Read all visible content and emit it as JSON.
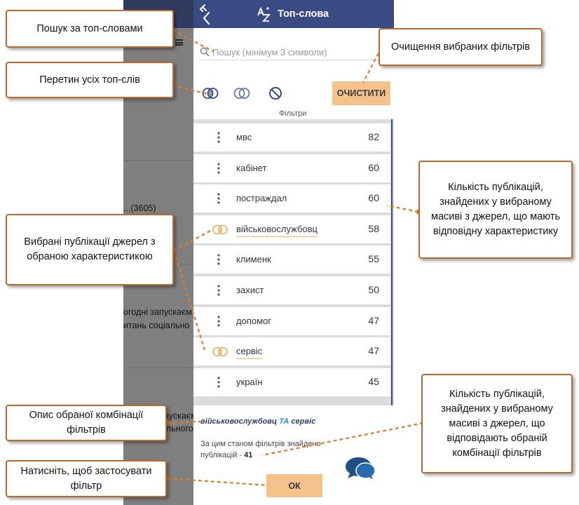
{
  "panel": {
    "title": "Топ-слова",
    "search_placeholder": "Пошук (мінімум 3 символи)",
    "clear_label": "ОЧИСТИТИ",
    "filters_label": "Фільтри",
    "ok_label": "ОК"
  },
  "background": {
    "texts": [
      "...(3605)",
      "огодні запускаєм",
      "итань соціально",
      "аускаєм",
      "ільного"
    ]
  },
  "top_words": [
    {
      "word": "мвс",
      "count": "82",
      "selected": false
    },
    {
      "word": "кабінет",
      "count": "60",
      "selected": false
    },
    {
      "word": "постраждал",
      "count": "60",
      "selected": false
    },
    {
      "word": "військовослужбовц",
      "count": "58",
      "selected": true
    },
    {
      "word": "клименк",
      "count": "55",
      "selected": false
    },
    {
      "word": "захист",
      "count": "50",
      "selected": false
    },
    {
      "word": "допомог",
      "count": "47",
      "selected": false
    },
    {
      "word": "сервіс",
      "count": "47",
      "selected": true
    },
    {
      "word": "україн",
      "count": "45",
      "selected": false
    }
  ],
  "combination": {
    "term1": "військовослужбовц",
    "operator": "ТА",
    "term2": "сервіс",
    "result_prefix": "За цим станом фільтрів знайдено публікацій - ",
    "result_count": "41"
  },
  "colors": {
    "header": "#3a4a82",
    "button": "#f5c28b",
    "selected_underline": "#f0b368",
    "operator": "#2e8bd1",
    "callout_border": "#b46a30",
    "leader": "#e07b2a"
  },
  "callouts": {
    "search": "Пошук за топ-словами",
    "intersection": "Перетин усіх топ-слів",
    "clear": "Очищення вибраних фільтрів",
    "count_per_word": "Кількість публікацій, знайдених у вибраному масиві з джерел, що мають відповідну характеристику",
    "selected": "Вибрані публікації джерел з обраною характеристикою",
    "combo_desc": "Опис обраної комбінації фільтрів",
    "combo_count": "Кількість публікацій, знайдених у вибраному масиві з джерел, що відповідають обраній комбінації фільтрів",
    "apply": "Натисніть, щоб застосувати фільтр"
  }
}
